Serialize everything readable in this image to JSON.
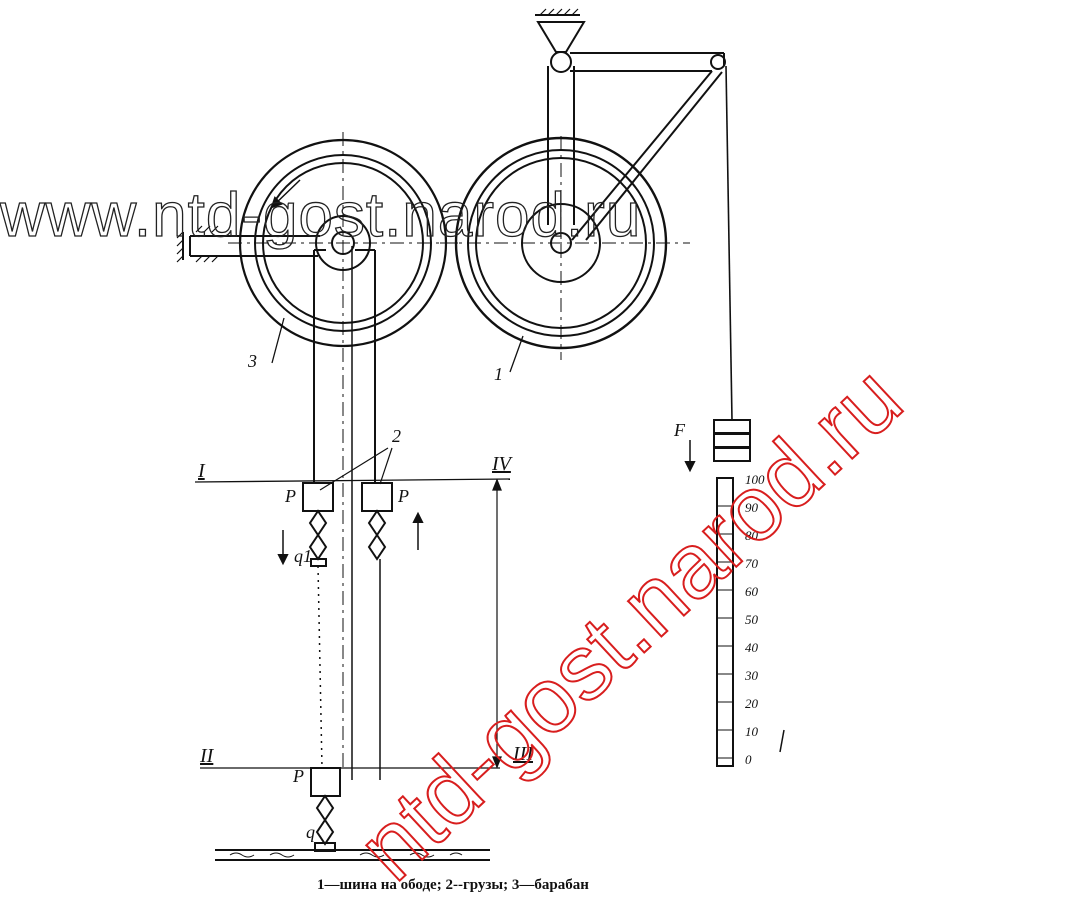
{
  "figure": {
    "caption": "1—шина на ободе; 2--грузы; 3—барабан",
    "labels": {
      "drum": "3",
      "tire": "1",
      "weights": "2",
      "force": "F",
      "load_p": "P",
      "load_q1": "q1",
      "load_q": "q",
      "level_1": "I",
      "level_2": "II",
      "level_3": "III",
      "level_4": "IV"
    },
    "scale_ticks": [
      "100",
      "90",
      "80",
      "70",
      "60",
      "50",
      "40",
      "30",
      "20",
      "10",
      "0"
    ]
  },
  "watermarks": {
    "horizontal": "www.ntd-gost.narod.ru",
    "diagonal": "ntd-gost.narod.ru"
  }
}
